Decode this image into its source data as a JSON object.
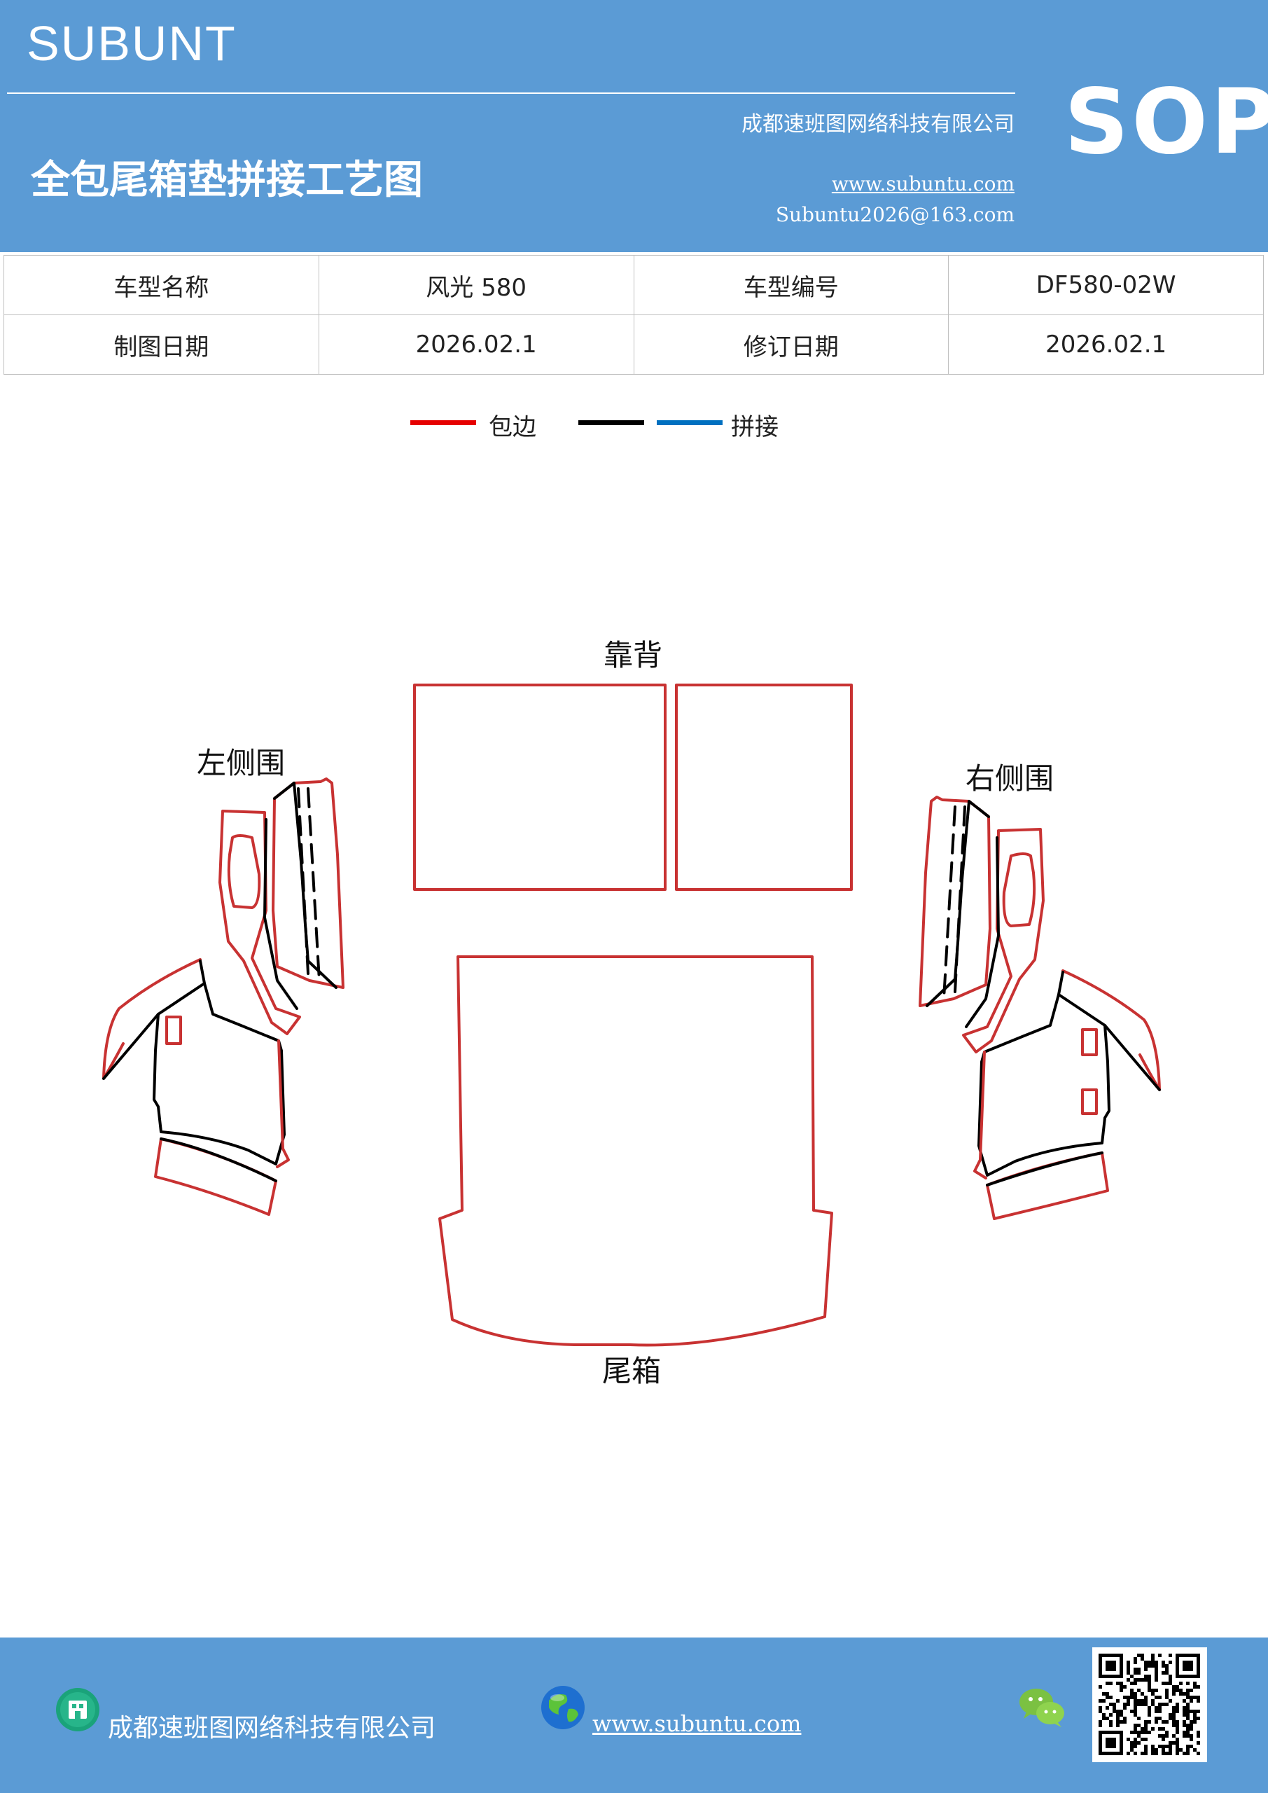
{
  "header": {
    "brand": "SUBUNT",
    "company": "成都速班图网络科技有限公司",
    "title": "全包尾箱垫拼接工艺图",
    "website": "www.subuntu.com",
    "email": "Subuntu2026@163.com",
    "sop": "SOP"
  },
  "info_table": {
    "rows": [
      [
        "车型名称",
        "风光 580",
        "车型编号",
        "DF580-02W"
      ],
      [
        "制图日期",
        "2026.02.1",
        "修订日期",
        "2026.02.1"
      ]
    ]
  },
  "legend": {
    "items": [
      {
        "label": "包边",
        "color": "#e60000"
      },
      {
        "label": "",
        "color": "#000000"
      },
      {
        "label": "拼接",
        "color": "#0070c0"
      }
    ]
  },
  "diagram": {
    "labels": {
      "back": "靠背",
      "left": "左侧围",
      "right": "右侧围",
      "trunk": "尾箱"
    },
    "colors": {
      "edge": "#c83232",
      "seam": "#000000",
      "splice": "#0070c0"
    }
  },
  "footer": {
    "company": "成都速班图网络科技有限公司",
    "website": "www.subuntu.com "
  },
  "colors": {
    "header_bg": "#5b9bd5",
    "text_white": "#ffffff"
  }
}
